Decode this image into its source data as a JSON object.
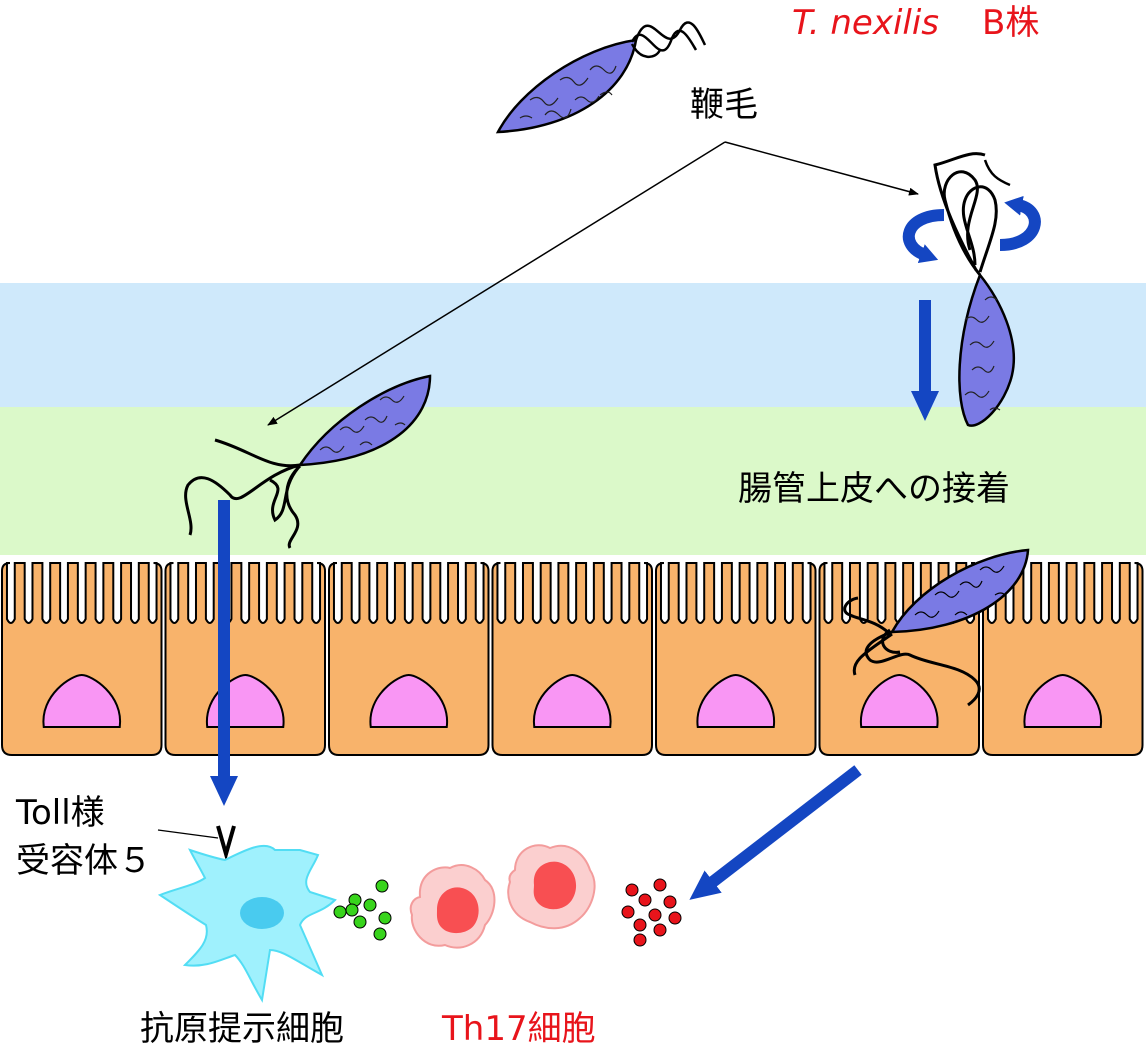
{
  "labels": {
    "strain_italic": "T. nexilis",
    "strain_suffix": "B株",
    "flagellum": "鞭毛",
    "adhesion": "腸管上皮への接着",
    "tlr5_line1": "Toll様",
    "tlr5_line2": "受容体５",
    "apc": "抗原提示細胞",
    "th17": "Th17細胞"
  },
  "colors": {
    "lumen_blue": "#cfe9fb",
    "mucus_green": "#dbf9c9",
    "epithelium": "#f8b36b",
    "nucleus": "#f996f4",
    "parasite": "#7a7ae4",
    "arrow_blue": "#1446c2",
    "apc_cyan": "#9ff1fd",
    "th17_pink": "#fbcfcf",
    "th17_nucleus": "#f84f52",
    "cytokine_green": "#38d41c",
    "cytokine_red": "#e8141b",
    "label_red": "#e8141b"
  }
}
